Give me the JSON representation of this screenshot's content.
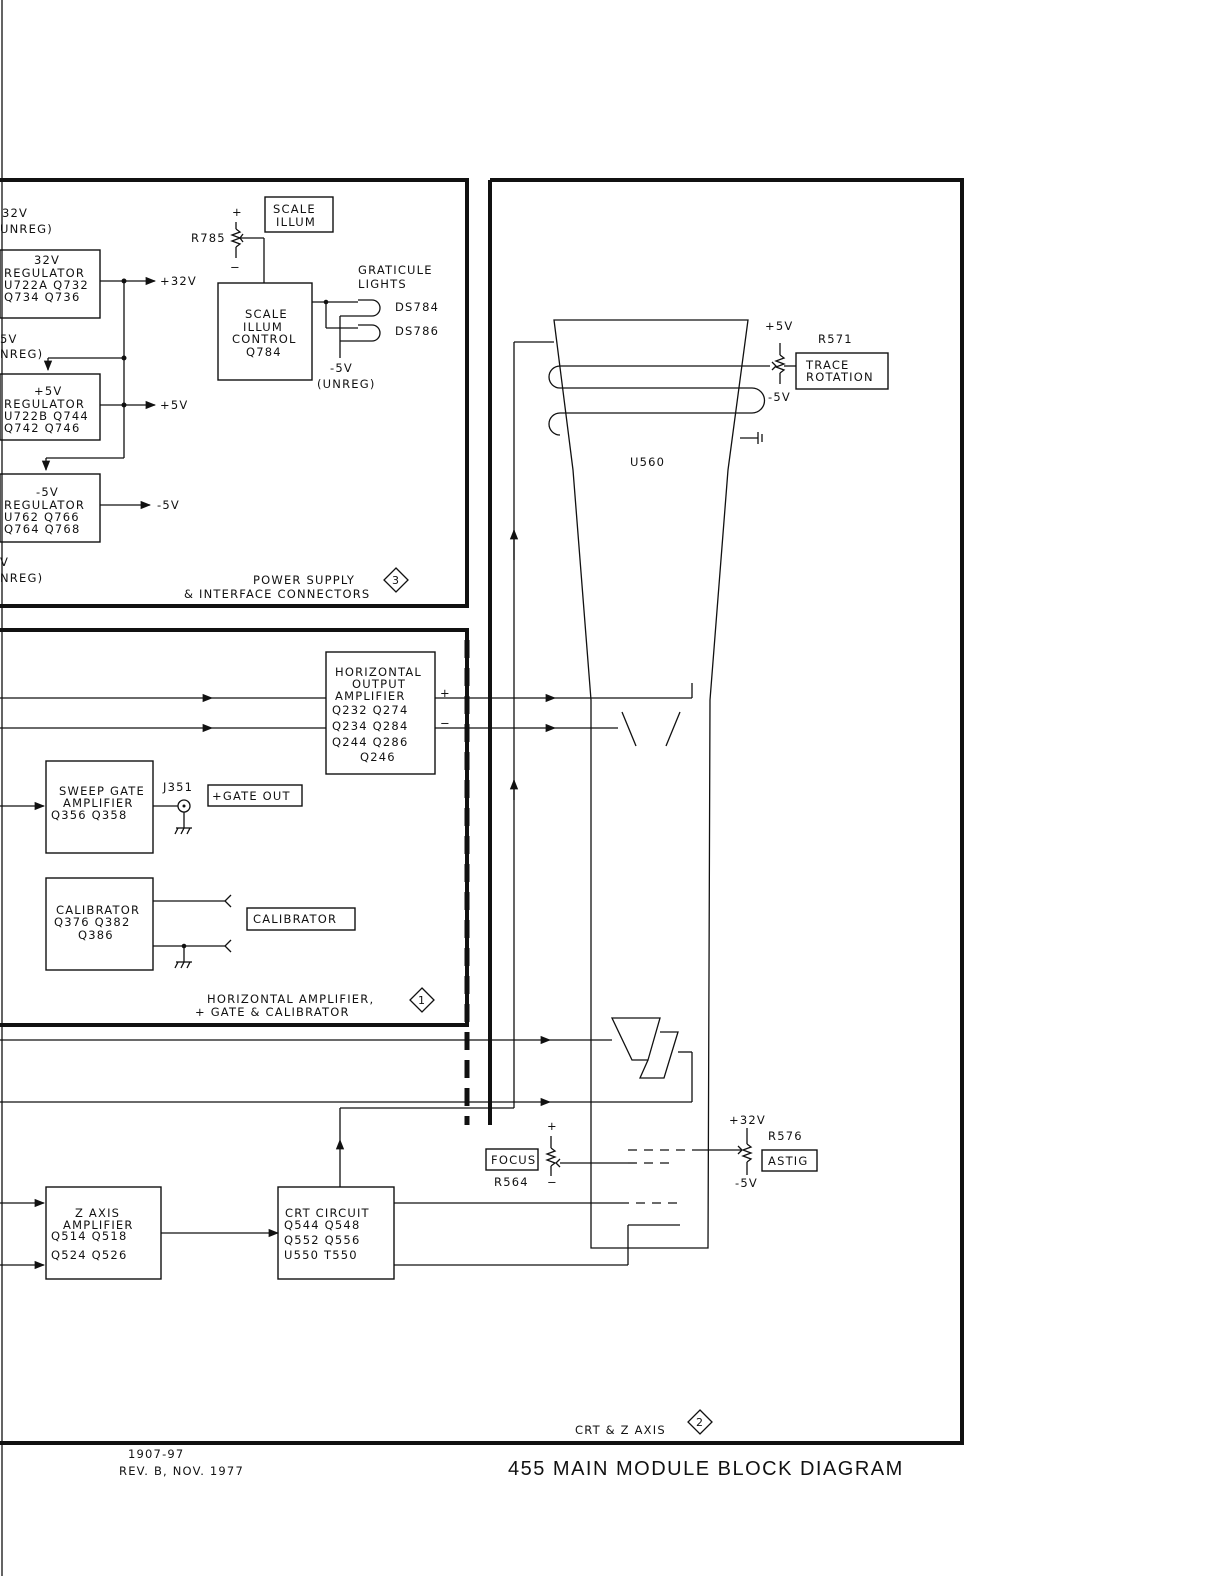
{
  "labels": {
    "v32_unreg_top": "32V",
    "unreg_top": "UNREG)",
    "reg32_title": "32V",
    "reg32_line2": "REGULATOR",
    "reg32_line3": "U722A Q732",
    "reg32_line4": "Q734   Q736",
    "out_32v": "+32V",
    "v5_frag": "5V",
    "unreg_mid": "NREG)",
    "reg5_title": "+5V",
    "reg5_line2": "REGULATOR",
    "reg5_line3": "U722B Q744",
    "reg5_line4": "Q742   Q746",
    "out_5v": "+5V",
    "regn5_title": "-5V",
    "regn5_line2": "REGULATOR",
    "regn5_line3": "U762   Q766",
    "regn5_line4": "Q764   Q768",
    "out_n5v": "-5V",
    "v_frag": "V",
    "unreg_bot": "NREG)",
    "plus_r785": "+",
    "r785": "R785",
    "minus_r785": "−",
    "scale_illum_1": "SCALE",
    "scale_illum_2": "ILLUM",
    "graticule_1": "GRATICULE",
    "graticule_2": "LIGHTS",
    "ds5784": "DS784",
    "ds5786": "DS786",
    "sic_1": "SCALE",
    "sic_2": "ILLUM",
    "sic_3": "CONTROL",
    "sic_4": "Q784",
    "n5v_small": "-5V",
    "unreg_small": "(UNREG)",
    "power_supply_1": "POWER  SUPPLY",
    "power_supply_2": "& INTERFACE  CONNECTORS",
    "badge_3": "3",
    "hoa_1": "HORIZONTAL",
    "hoa_2": "OUTPUT",
    "hoa_3": "AMPLIFIER",
    "hoa_4": "Q232     Q274",
    "hoa_5": "Q234     Q284",
    "hoa_6": "Q244     Q286",
    "hoa_7": "Q246",
    "plus_out": "+",
    "minus_out": "−",
    "sga_1": "SWEEP GATE",
    "sga_2": "AMPLIFIER",
    "sga_3": "Q356     Q358",
    "j351": "J351",
    "gate_out": "+GATE  OUT",
    "cal_1": "CALIBRATOR",
    "cal_2": "Q376   Q382",
    "cal_3": "Q386",
    "calibrator_label": "CALIBRATOR",
    "horiz_amp_1": "HORIZONTAL  AMPLIFIER,",
    "horiz_amp_2": "+ GATE  &  CALIBRATOR",
    "badge_1": "1",
    "u560": "U560",
    "p5v_r571": "+5V",
    "r571": "R571",
    "n5v_r571": "-5V",
    "trace_rot_1": "TRACE",
    "trace_rot_2": "ROTATION",
    "p32v_r576": "+32V",
    "r576": "R576",
    "n5v_r576": "-5V",
    "astig": "ASTIG",
    "plus_r564": "+",
    "focus": "FOCUS",
    "r564": "R564",
    "minus_r564": "−",
    "za_1": "Z AXIS",
    "za_2": "AMPLIFIER",
    "za_3": "Q514       Q518",
    "za_4": "Q524       Q526",
    "crt_1": "CRT  CIRCUIT",
    "crt_2": "Q544       Q548",
    "crt_3": "Q552       Q556",
    "crt_4": "U550       T550",
    "crt_z_axis": "CRT & Z AXIS",
    "badge_2": "2",
    "doc_number": "1907-97",
    "doc_rev": "REV. B, NOV. 1977",
    "main_title": "455  MAIN  MODULE   BLOCK  DIAGRAM"
  }
}
